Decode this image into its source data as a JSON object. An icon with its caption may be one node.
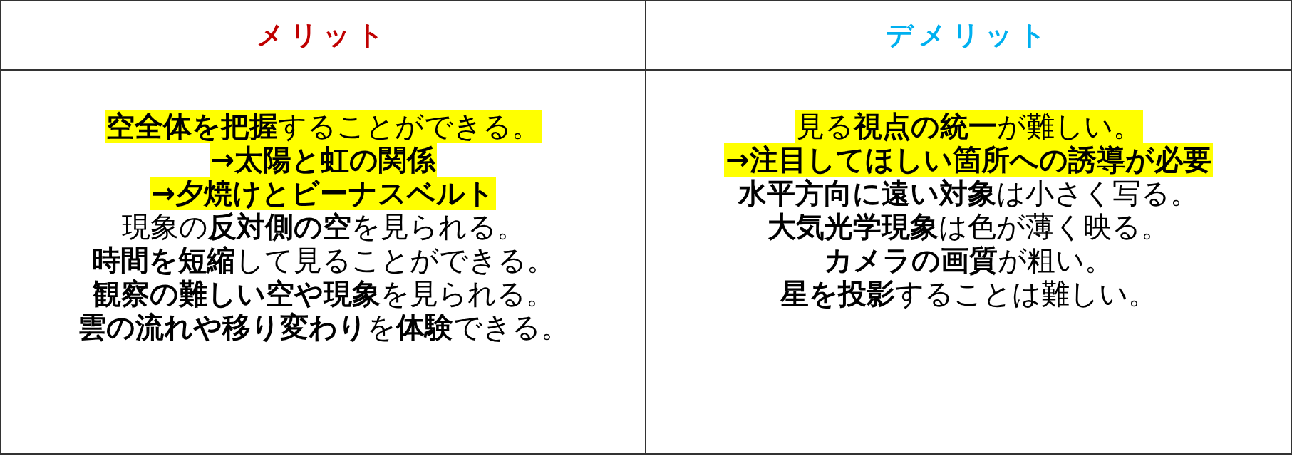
{
  "diagram": {
    "labels": [
      "メリット",
      "デメリット",
      "**空全体を把握**することができる。",
      "→太陽と虹の関係",
      "→夕焼けとビーナスベルト",
      "現象の**反対側の空**を見られる。",
      "**時間を短縮**して見ることができる。",
      "**観察の難しい空や現象**を見られる。",
      "**雲の流れや移り変わり**を**体験**できる。",
      "見る**視点の統一**が難しい。",
      "→注目してほしい箇所への誘導が必要",
      "**水平方向に遠い対象**は小さく写る。",
      "**大気光学現象**は色が薄く映る。",
      "**カメラの画質**が粗い。",
      "**星を投影**することは難しい。"
    ]
  }
}
